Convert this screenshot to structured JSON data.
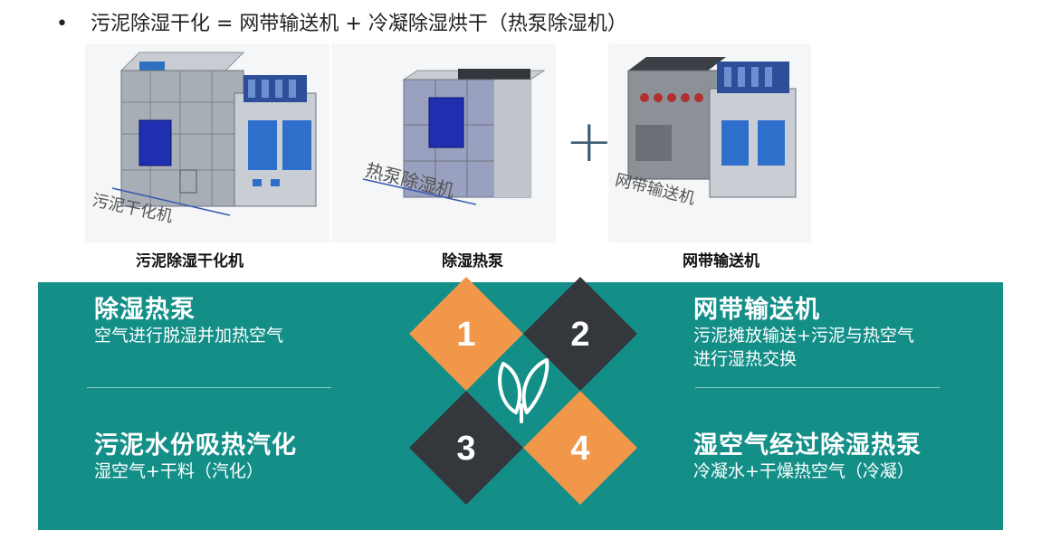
{
  "heading": {
    "bullet": "•",
    "text": "污泥除湿干化 = 网带输送机 + 冷凝除湿烘干（热泵除湿机）"
  },
  "images": {
    "left": {
      "caption": "污泥除湿干化机",
      "handwritten": "污泥干化机"
    },
    "middle": {
      "caption": "除湿热泵",
      "handwritten": "热泵除湿机"
    },
    "right": {
      "caption": "网带输送机",
      "handwritten": "网带输送机"
    },
    "equals": "=",
    "plus": "+"
  },
  "panel": {
    "background": "#138f88",
    "steps": [
      {
        "number": "1",
        "color": "#f0974a",
        "title": "除湿热泵",
        "desc": [
          "空气进行脱湿并加热空气"
        ]
      },
      {
        "number": "2",
        "color": "#34373c",
        "title": "网带输送机",
        "desc": [
          "污泥摊放输送+污泥与热空气",
          "进行湿热交换"
        ]
      },
      {
        "number": "3",
        "color": "#34373c",
        "title": "污泥水份吸热汽化",
        "desc": [
          "湿空气+干料（汽化）"
        ]
      },
      {
        "number": "4",
        "color": "#f0974a",
        "title": "湿空气经过除湿热泵",
        "desc": [
          "冷凝水+干燥热空气（冷凝）"
        ]
      }
    ],
    "center_icon": "leaf-icon"
  }
}
